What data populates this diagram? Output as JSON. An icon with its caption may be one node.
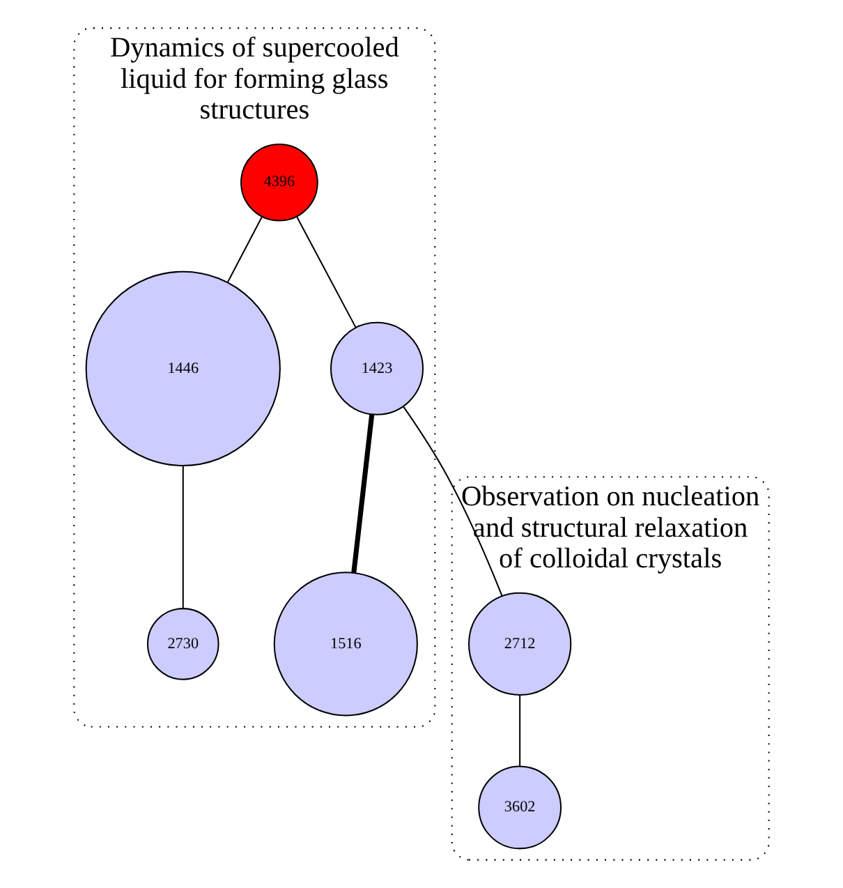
{
  "diagram": {
    "nodes": [
      {
        "text": [
          "Dynamics of supercooled liquid for forming glass structures"
        ]
      },
      {
        "text": [
          "2730"
        ],
        "in": 0
      },
      {
        "text": [
          "1446"
        ],
        "in": 0
      },
      {
        "text": [
          "4396"
        ],
        "in": 0
      },
      {
        "text": [
          "1516"
        ],
        "in": 0
      },
      {
        "text": [
          "1423"
        ],
        "in": 0
      },
      {
        "text": [
          "Observation on nucleation and structural relaxation of colloidal crystals"
        ]
      },
      {
        "text": [
          "2712"
        ],
        "in": 6
      },
      {
        "text": [
          "3602"
        ],
        "in": 6
      }
    ],
    "edges": [
      {
        "from": 3,
        "to": 2,
        "arrow": "none"
      },
      {
        "from": 2,
        "to": 1,
        "arrow": "none"
      },
      {
        "from": 3,
        "to": 5,
        "arrow": "none"
      },
      {
        "from": 5,
        "to": 4,
        "arrow": "none",
        "style": "thick"
      },
      {
        "from": 5,
        "to": 7,
        "arrow": "none"
      },
      {
        "from": 7,
        "to": 8,
        "arrow": "none"
      }
    ]
  }
}
